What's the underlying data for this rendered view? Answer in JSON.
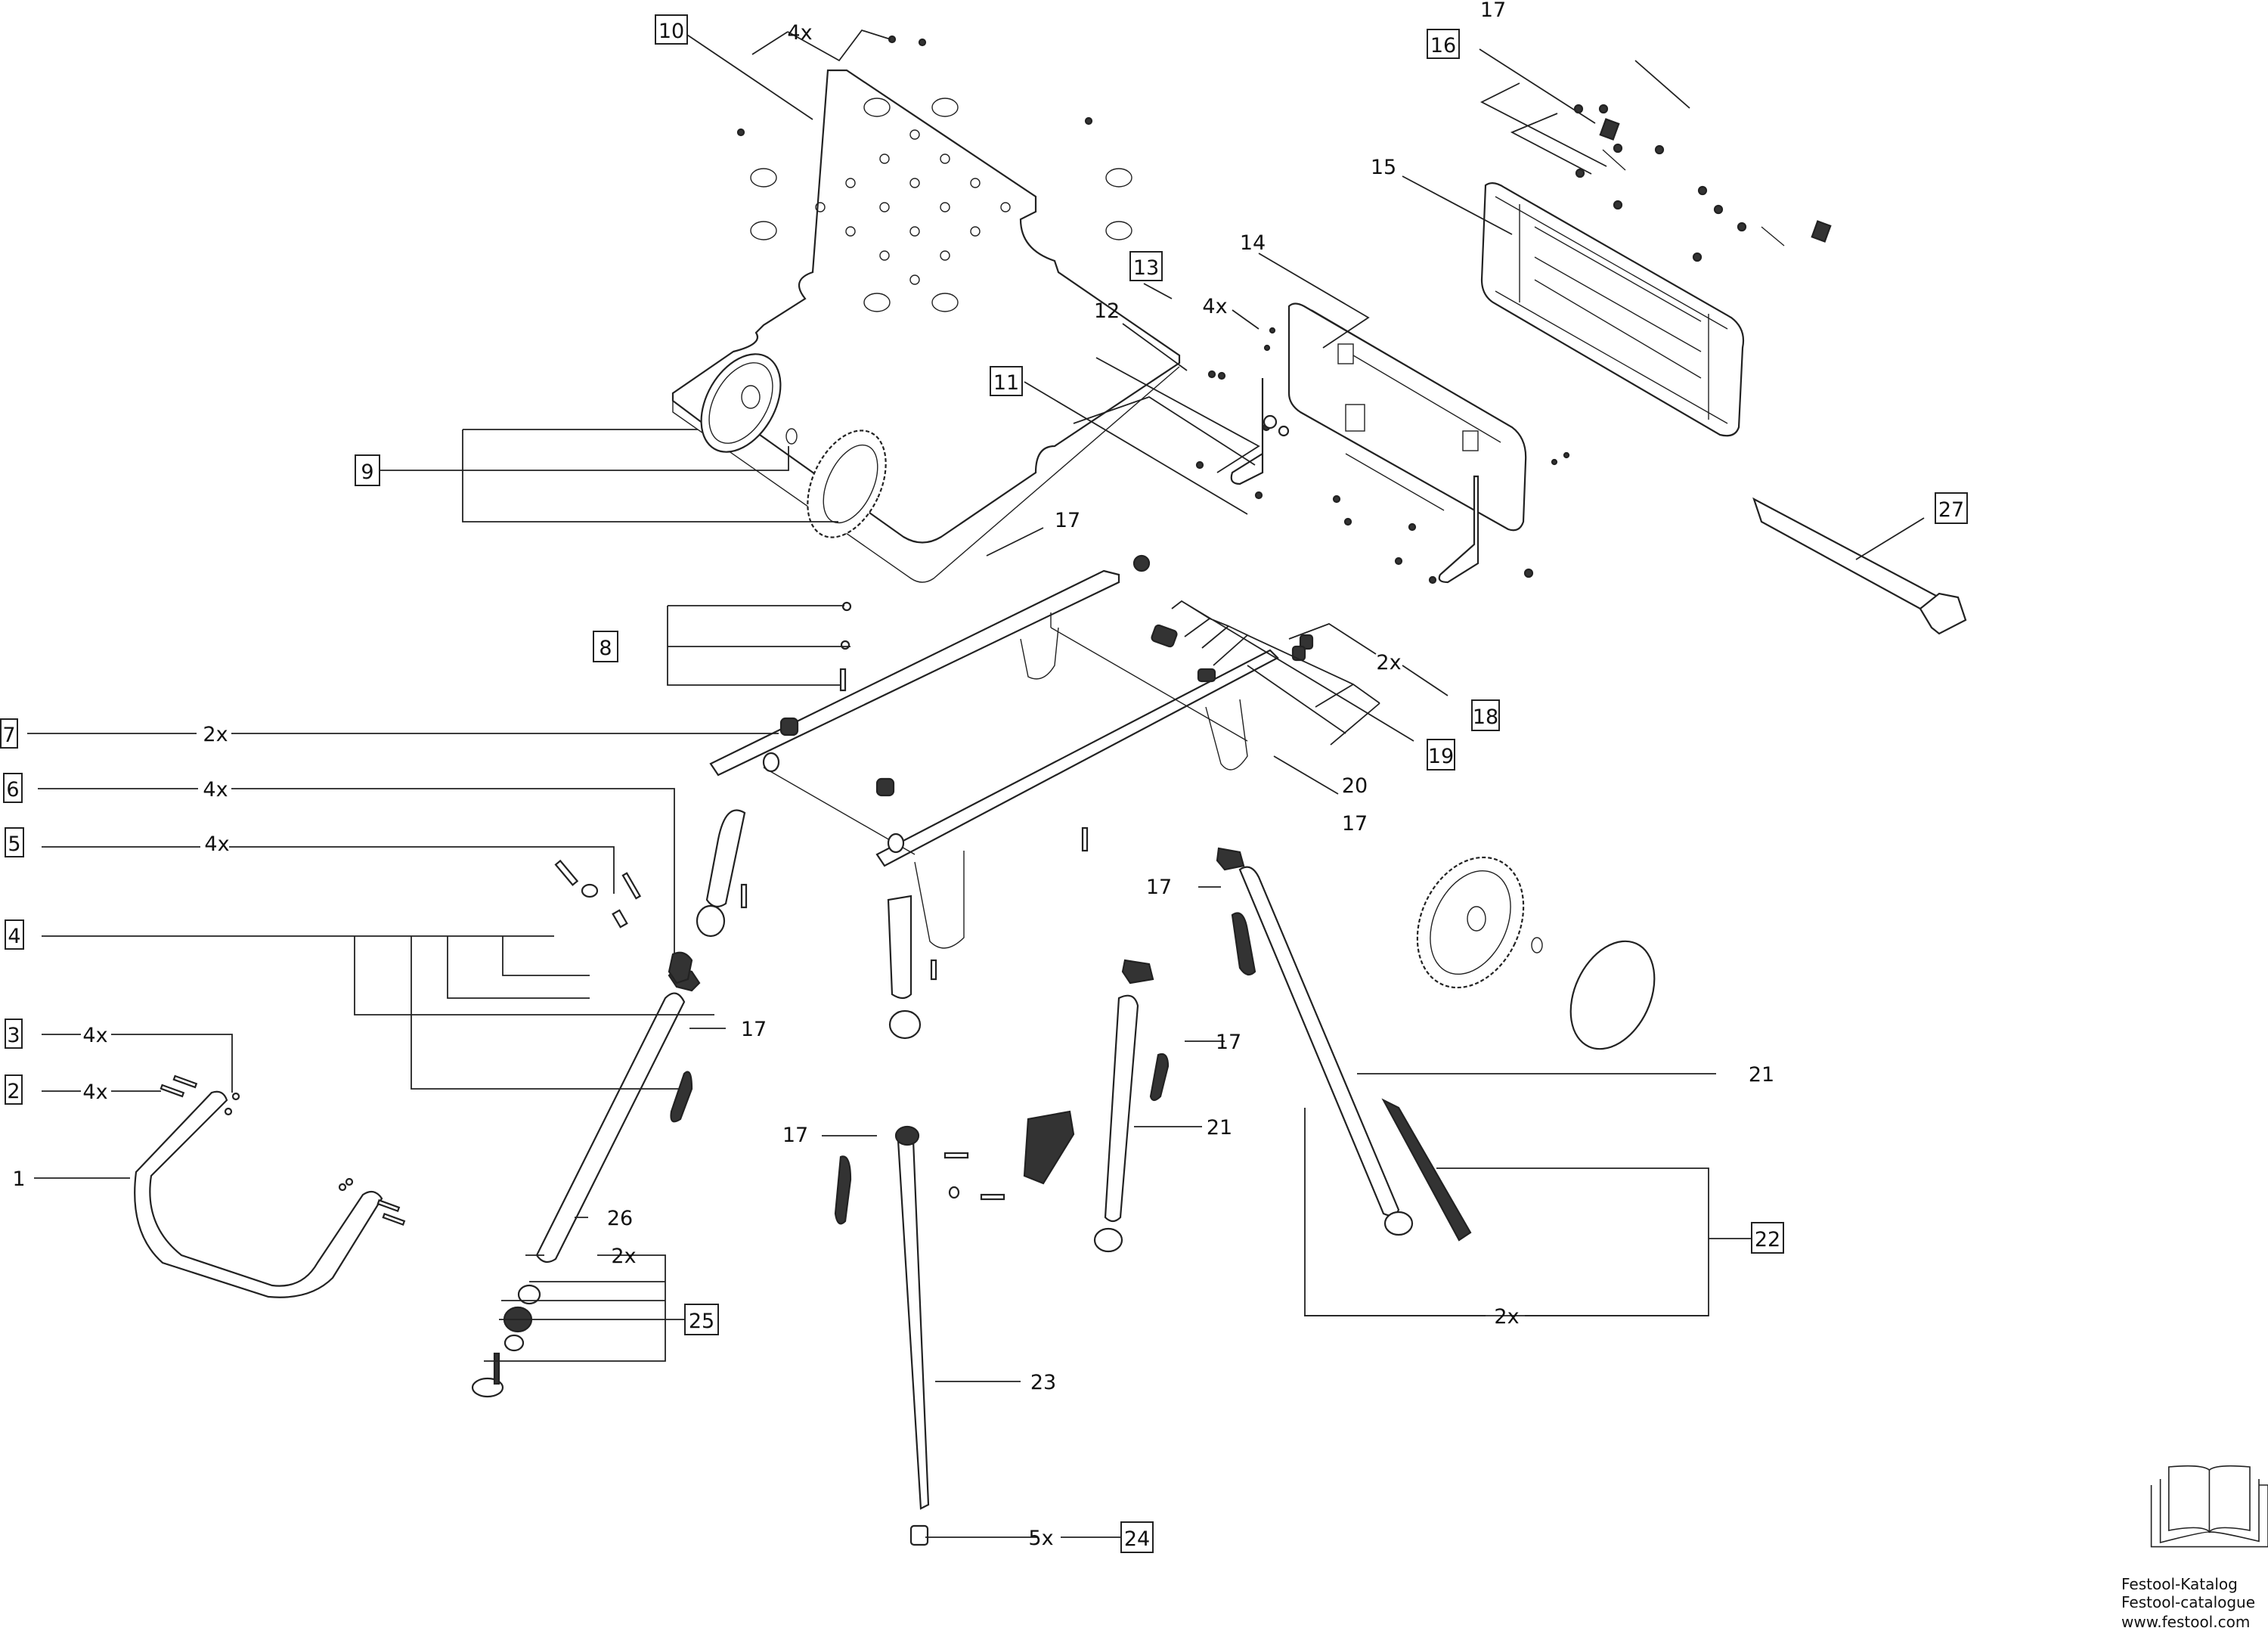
{
  "title": "Exploded parts diagram – mobile saw stand / undercarriage",
  "callouts": [
    {
      "id": "1",
      "boxed": false
    },
    {
      "id": "2",
      "boxed": true,
      "qty": "4x"
    },
    {
      "id": "3",
      "boxed": true,
      "qty": "4x"
    },
    {
      "id": "4",
      "boxed": true
    },
    {
      "id": "5",
      "boxed": true,
      "qty": "4x"
    },
    {
      "id": "6",
      "boxed": true,
      "qty": "4x"
    },
    {
      "id": "7",
      "boxed": true,
      "qty": "2x"
    },
    {
      "id": "8",
      "boxed": true
    },
    {
      "id": "9",
      "boxed": true
    },
    {
      "id": "10",
      "boxed": true,
      "qty": "4x"
    },
    {
      "id": "11",
      "boxed": true
    },
    {
      "id": "12",
      "boxed": false
    },
    {
      "id": "13",
      "boxed": true,
      "qty": "4x"
    },
    {
      "id": "14",
      "boxed": false
    },
    {
      "id": "15",
      "boxed": false
    },
    {
      "id": "16",
      "boxed": true
    },
    {
      "id": "17",
      "boxed": false
    },
    {
      "id": "18",
      "boxed": true,
      "qty": "2x"
    },
    {
      "id": "19",
      "boxed": true
    },
    {
      "id": "20",
      "boxed": false
    },
    {
      "id": "21",
      "boxed": false
    },
    {
      "id": "22",
      "boxed": true,
      "qty": "2x"
    },
    {
      "id": "23",
      "boxed": false
    },
    {
      "id": "24",
      "boxed": true,
      "qty": "5x"
    },
    {
      "id": "25",
      "boxed": true,
      "qty": "2x"
    },
    {
      "id": "26",
      "boxed": false
    },
    {
      "id": "27",
      "boxed": true
    }
  ],
  "labels": {
    "c1": "1",
    "c2": "2",
    "c3": "3",
    "c4": "4",
    "c5": "5",
    "c6": "6",
    "c7": "7",
    "c8": "8",
    "c9": "9",
    "c10": "10",
    "c11": "11",
    "c12": "12",
    "c13": "13",
    "c14": "14",
    "c15": "15",
    "c16": "16",
    "c17": "17",
    "c18": "18",
    "c19": "19",
    "c20": "20",
    "c21": "21",
    "c22": "22",
    "c23": "23",
    "c24": "24",
    "c25": "25",
    "c26": "26",
    "c27": "27",
    "q2": "4x",
    "q3": "4x",
    "q5": "4x",
    "q6": "4x",
    "q7": "2x",
    "q10": "4x",
    "q13": "4x",
    "q18": "2x",
    "q22": "2x",
    "q24": "5x",
    "q25": "2x"
  },
  "catalog": {
    "icon": "open-book-icon",
    "line1": "Festool-Katalog",
    "line2": "Festool-catalogue",
    "url": "www.festool.com"
  }
}
